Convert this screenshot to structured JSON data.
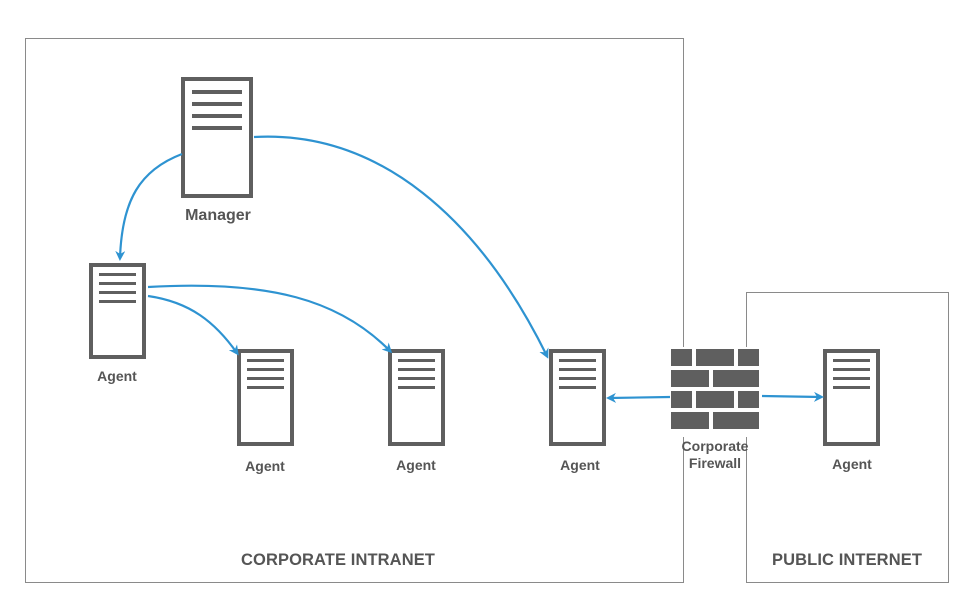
{
  "zones": {
    "intranet_label": "CORPORATE INTRANET",
    "public_label": "PUBLIC INTERNET"
  },
  "nodes": {
    "manager": "Manager",
    "agent_left": "Agent",
    "agent_mid1": "Agent",
    "agent_mid2": "Agent",
    "agent_edge": "Agent",
    "agent_public": "Agent",
    "firewall_line1": "Corporate",
    "firewall_line2": "Firewall"
  },
  "icons": {
    "server": "server-icon",
    "firewall": "brick-wall-icon"
  },
  "colors": {
    "arrow": "#2e93d1",
    "icon": "#5f5f5f",
    "border": "#8a8a8a",
    "text": "#555555"
  }
}
